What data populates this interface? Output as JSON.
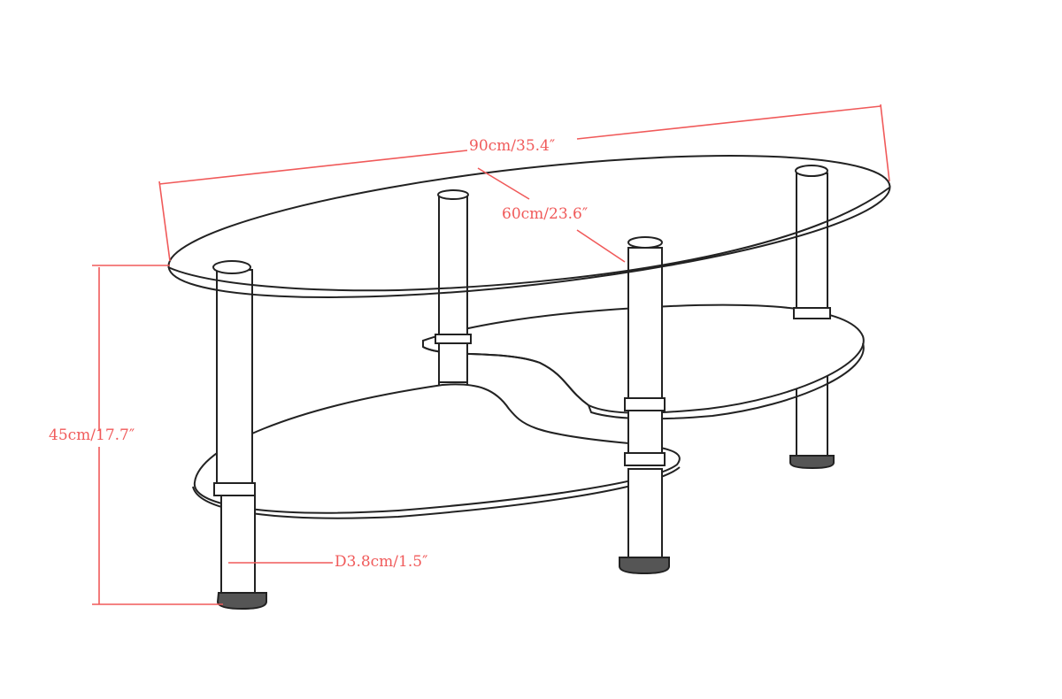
{
  "colors": {
    "dimension": "#f05a5a",
    "outline": "#222222"
  },
  "dimensions": {
    "length": "90cm/35.4″",
    "width": "60cm/23.6″",
    "height": "45cm/17.7″",
    "leg_diameter": "D3.8cm/1.5″"
  }
}
